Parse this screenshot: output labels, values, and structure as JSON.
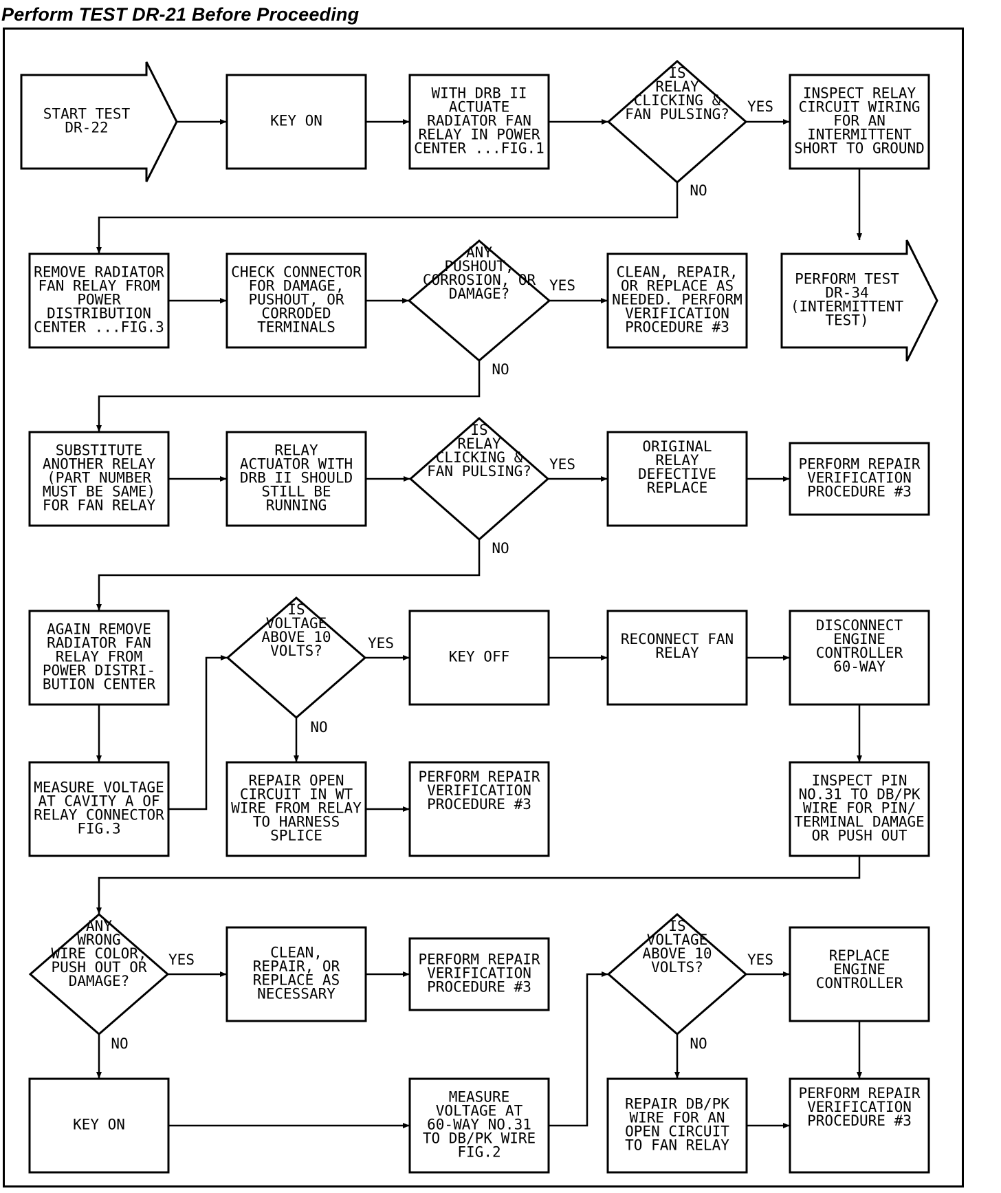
{
  "header": {
    "title": "Perform TEST DR-21 Before Proceeding"
  },
  "nodes": [
    {
      "id": "start",
      "shape": "arrow",
      "lines": [
        "START TEST",
        "DR-22"
      ]
    },
    {
      "id": "key-on-1",
      "shape": "box",
      "lines": [
        "KEY ON"
      ]
    },
    {
      "id": "actuate",
      "shape": "box",
      "lines": [
        "WITH DRB II",
        "ACTUATE",
        "RADIATOR FAN",
        "RELAY IN POWER",
        "CENTER ...FIG.1"
      ]
    },
    {
      "id": "dec-clicking-1",
      "shape": "diamond",
      "lines": [
        "IS",
        "RELAY",
        "CLICKING &",
        "FAN PULSING?"
      ]
    },
    {
      "id": "inspect-relay",
      "shape": "box",
      "lines": [
        "INSPECT RELAY",
        "CIRCUIT WIRING",
        "FOR AN",
        "INTERMITTENT",
        "SHORT TO GROUND"
      ]
    },
    {
      "id": "remove-relay",
      "shape": "box",
      "lines": [
        "REMOVE RADIATOR",
        "FAN RELAY FROM",
        "POWER",
        "DISTRIBUTION",
        "CENTER ...FIG.3"
      ]
    },
    {
      "id": "check-connector",
      "shape": "box",
      "lines": [
        "CHECK CONNECTOR",
        "FOR DAMAGE,",
        "PUSHOUT, OR",
        "CORRODED",
        "TERMINALS"
      ]
    },
    {
      "id": "dec-pushout",
      "shape": "diamond",
      "lines": [
        "ANY",
        "PUSHOUT,",
        "CORROSION, OR",
        "DAMAGE?"
      ]
    },
    {
      "id": "clean-repair-1",
      "shape": "box",
      "lines": [
        "CLEAN, REPAIR,",
        "OR REPLACE AS",
        "NEEDED. PERFORM",
        "VERIFICATION",
        "PROCEDURE #3"
      ]
    },
    {
      "id": "perform-dr34",
      "shape": "arrow",
      "lines": [
        "PERFORM TEST",
        "DR-34",
        "(INTERMITTENT",
        "TEST)"
      ]
    },
    {
      "id": "substitute",
      "shape": "box",
      "lines": [
        "SUBSTITUTE",
        "ANOTHER RELAY",
        "(PART NUMBER",
        "MUST BE SAME)",
        "FOR FAN RELAY"
      ]
    },
    {
      "id": "relay-actuator",
      "shape": "box",
      "lines": [
        "RELAY",
        "ACTUATOR WITH",
        "DRB II SHOULD",
        "STILL BE",
        "RUNNING"
      ]
    },
    {
      "id": "dec-clicking-2",
      "shape": "diamond",
      "lines": [
        "IS",
        "RELAY",
        "CLICKING &",
        "FAN PULSING?"
      ]
    },
    {
      "id": "original-defective",
      "shape": "box",
      "lines": [
        "ORIGINAL",
        "RELAY",
        "DEFECTIVE",
        "REPLACE"
      ]
    },
    {
      "id": "verify-1",
      "shape": "box",
      "lines": [
        "PERFORM REPAIR",
        "VERIFICATION",
        "PROCEDURE #3"
      ]
    },
    {
      "id": "again-remove",
      "shape": "box",
      "lines": [
        "AGAIN REMOVE",
        "RADIATOR FAN",
        "RELAY FROM",
        "POWER DISTRI-",
        "BUTION CENTER"
      ]
    },
    {
      "id": "dec-voltage-1",
      "shape": "diamond",
      "lines": [
        "IS",
        "VOLTAGE",
        "ABOVE 10",
        "VOLTS?"
      ]
    },
    {
      "id": "key-off",
      "shape": "box",
      "lines": [
        "KEY OFF"
      ]
    },
    {
      "id": "reconnect",
      "shape": "box",
      "lines": [
        "RECONNECT FAN",
        "RELAY"
      ]
    },
    {
      "id": "disconnect",
      "shape": "box",
      "lines": [
        "DISCONNECT",
        "ENGINE",
        "CONTROLLER",
        "60-WAY"
      ]
    },
    {
      "id": "measure-cavity",
      "shape": "box",
      "lines": [
        "MEASURE VOLTAGE",
        "AT CAVITY A OF",
        "RELAY CONNECTOR",
        "FIG.3"
      ]
    },
    {
      "id": "repair-open",
      "shape": "box",
      "lines": [
        "REPAIR OPEN",
        "CIRCUIT IN WT",
        "WIRE FROM RELAY",
        "TO HARNESS",
        "SPLICE"
      ]
    },
    {
      "id": "verify-2",
      "shape": "box",
      "lines": [
        "PERFORM REPAIR",
        "VERIFICATION",
        "PROCEDURE #3"
      ]
    },
    {
      "id": "inspect-pin",
      "shape": "box",
      "lines": [
        "INSPECT PIN",
        "NO.31 TO DB/PK",
        "WIRE FOR PIN/",
        "TERMINAL DAMAGE",
        "OR PUSH OUT"
      ]
    },
    {
      "id": "dec-wrong-wire",
      "shape": "diamond",
      "lines": [
        "ANY",
        "WRONG",
        "WIRE COLOR,",
        "PUSH OUT OR",
        "DAMAGE?"
      ]
    },
    {
      "id": "clean-repair-2",
      "shape": "box",
      "lines": [
        "CLEAN,",
        "REPAIR, OR",
        "REPLACE AS",
        "NECESSARY"
      ]
    },
    {
      "id": "verify-3",
      "shape": "box",
      "lines": [
        "PERFORM REPAIR",
        "VERIFICATION",
        "PROCEDURE #3"
      ]
    },
    {
      "id": "dec-voltage-2",
      "shape": "diamond",
      "lines": [
        "IS",
        "VOLTAGE",
        "ABOVE 10",
        "VOLTS?"
      ]
    },
    {
      "id": "replace-controller",
      "shape": "box",
      "lines": [
        "REPLACE",
        "ENGINE",
        "CONTROLLER"
      ]
    },
    {
      "id": "key-on-2",
      "shape": "box",
      "lines": [
        "KEY ON"
      ]
    },
    {
      "id": "measure-60way",
      "shape": "box",
      "lines": [
        "MEASURE",
        "VOLTAGE AT",
        "60-WAY NO.31",
        "TO DB/PK WIRE",
        "FIG.2"
      ]
    },
    {
      "id": "repair-dbpk",
      "shape": "box",
      "lines": [
        "REPAIR DB/PK",
        "WIRE FOR AN",
        "OPEN CIRCUIT",
        "TO FAN RELAY"
      ]
    },
    {
      "id": "verify-4",
      "shape": "box",
      "lines": [
        "PERFORM REPAIR",
        "VERIFICATION",
        "PROCEDURE #3"
      ]
    }
  ],
  "edge_labels": [
    {
      "id": "yes-1",
      "text": "YES"
    },
    {
      "id": "no-1",
      "text": "NO"
    },
    {
      "id": "yes-2",
      "text": "YES"
    },
    {
      "id": "no-2",
      "text": "NO"
    },
    {
      "id": "yes-3",
      "text": "YES"
    },
    {
      "id": "no-3",
      "text": "NO"
    },
    {
      "id": "yes-4",
      "text": "YES"
    },
    {
      "id": "no-4",
      "text": "NO"
    },
    {
      "id": "yes-5",
      "text": "YES"
    },
    {
      "id": "no-5",
      "text": "NO"
    },
    {
      "id": "yes-6",
      "text": "YES"
    },
    {
      "id": "no-6",
      "text": "NO"
    }
  ]
}
